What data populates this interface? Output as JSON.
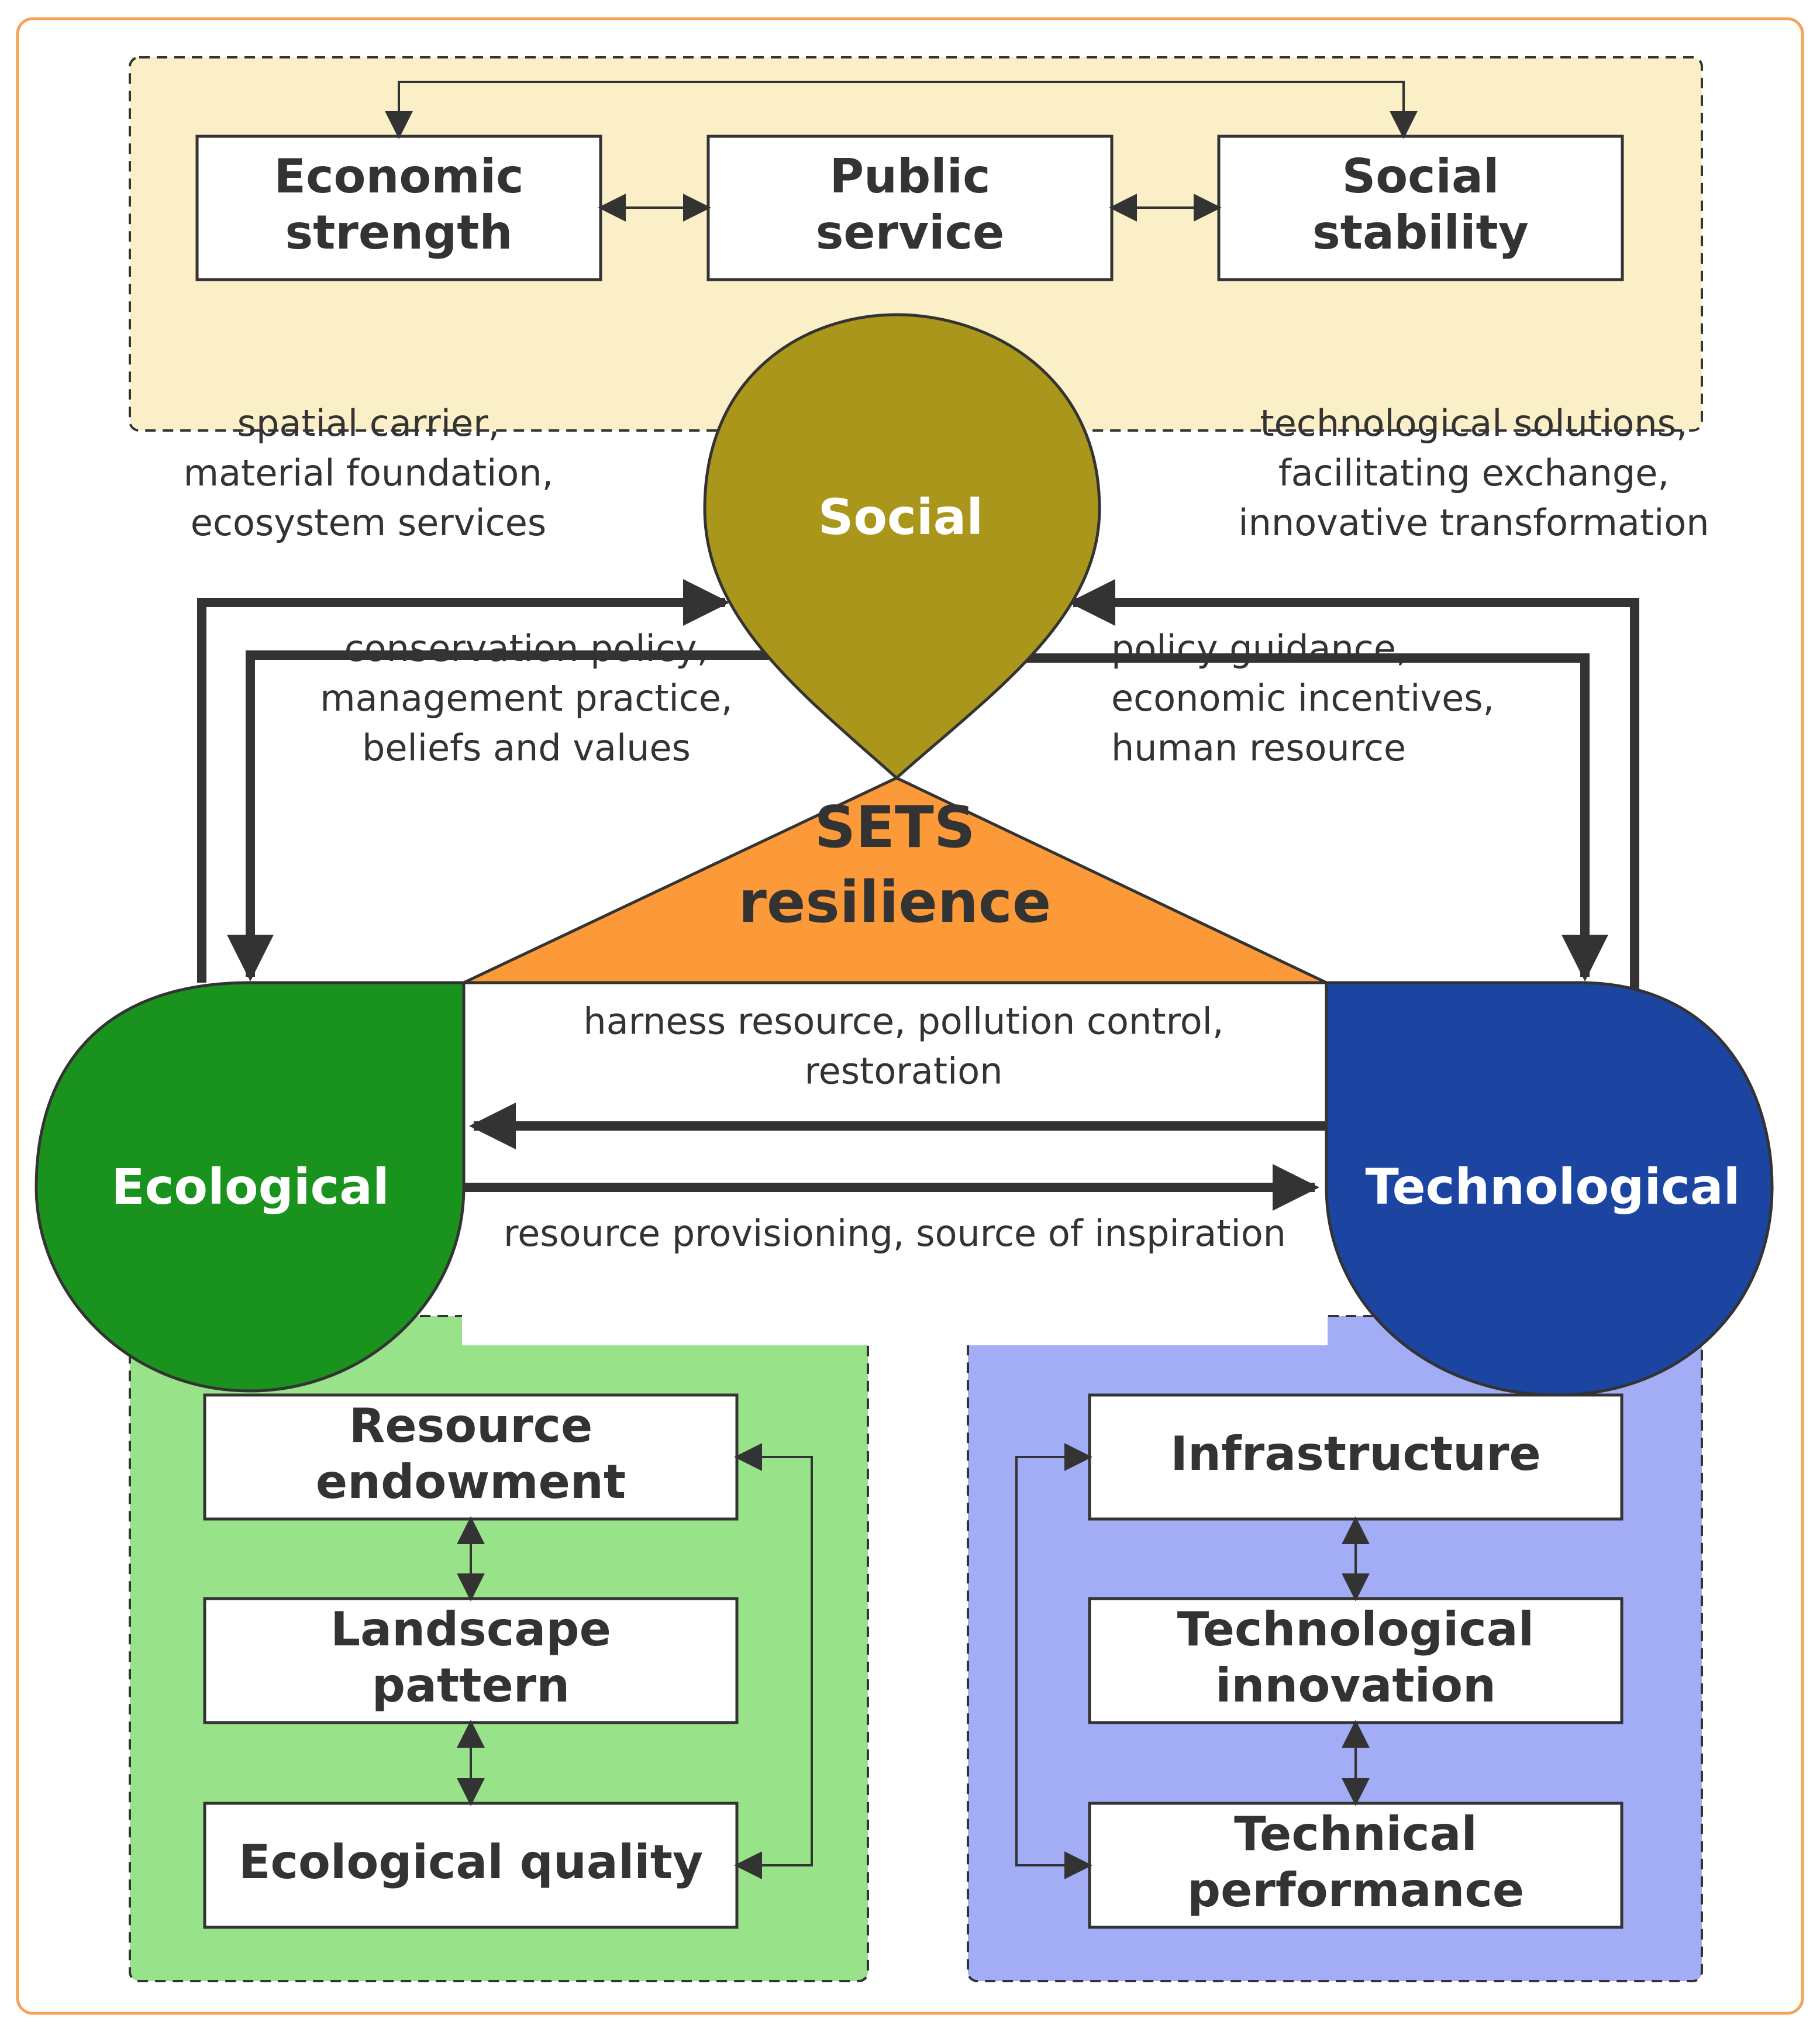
{
  "social": {
    "label": "Social",
    "color": "#AA961B",
    "indicators": [
      "Economic\nstrength",
      "Public\nservice",
      "Social\nstability"
    ],
    "panel_color": "#FAEFC6"
  },
  "ecological": {
    "label": "Ecological",
    "color": "#1A921E",
    "indicators": [
      "Resource\nendowment",
      "Landscape\npattern",
      "Ecological quality"
    ],
    "panel_color": "#98E38A"
  },
  "technological": {
    "label": "Technological",
    "color": "#1C45A2",
    "indicators": [
      "Infrastructure",
      "Technological\ninnovation",
      "Technical\nperformance"
    ],
    "panel_color": "#A3ADF6"
  },
  "center": {
    "label": "SETS\nresilience",
    "color": "#FC9A3A"
  },
  "annotations": {
    "eco_to_social": "spatial carrier,\nmaterial foundation,\necosystem services",
    "tech_to_social": "technological solutions,\nfacilitating exchange,\ninnovative transformation",
    "social_to_eco": "conservation policy,\nmanagement practice,\nbeliefs and values",
    "social_to_tech": "policy guidance,\neconomic incentives,\nhuman resource",
    "tech_to_eco": "harness resource,  pollution control,\nrestoration",
    "eco_to_tech": "resource provisioning,  source of inspiration"
  },
  "frame_color": "#F4A35A"
}
